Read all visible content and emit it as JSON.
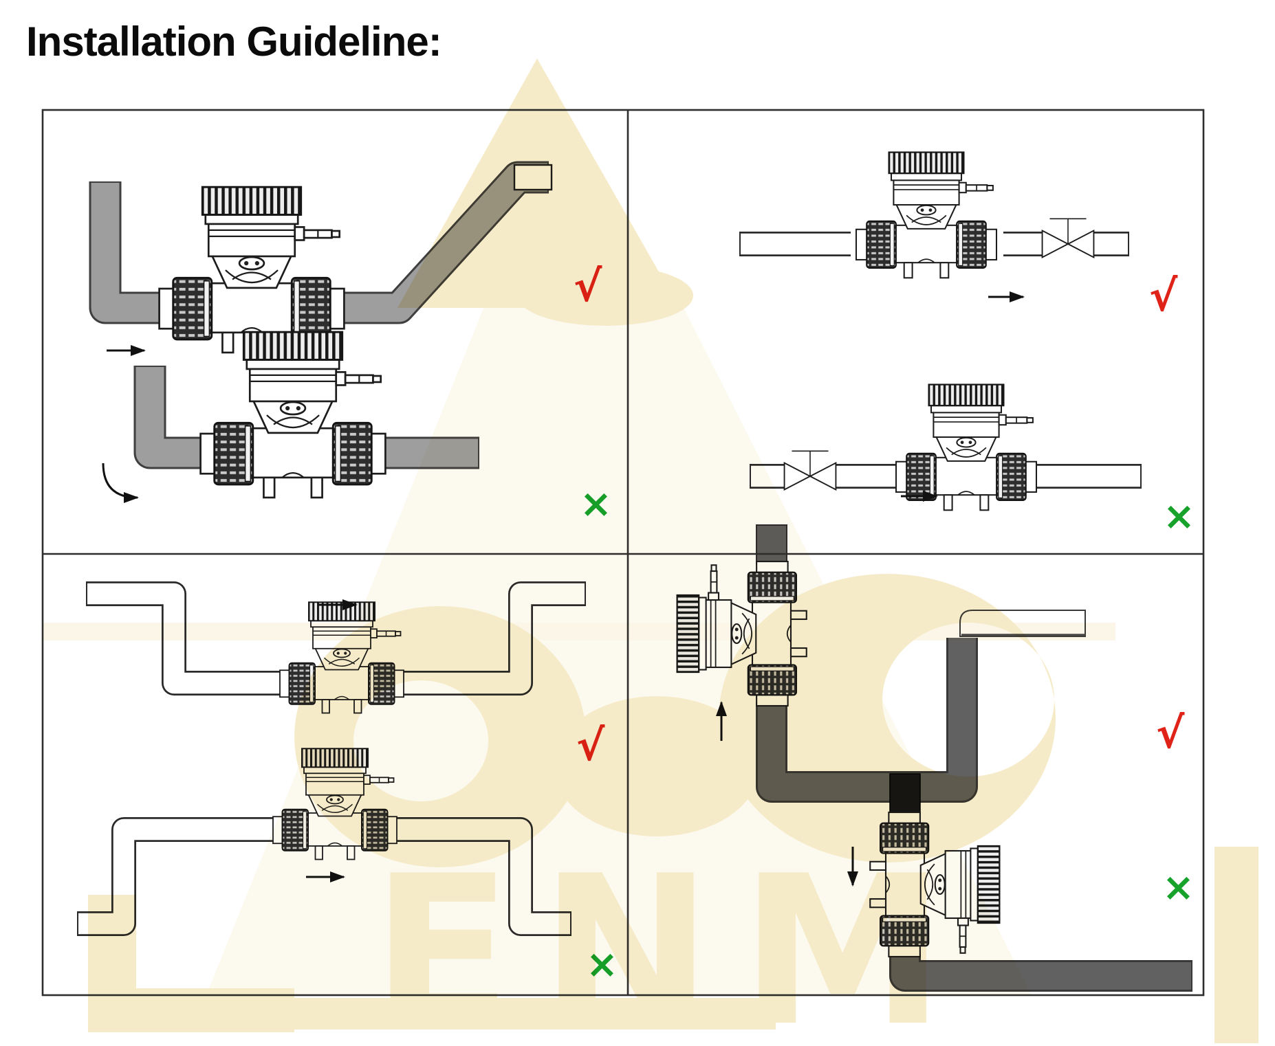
{
  "title": "Installation Guideline:",
  "marks": {
    "correct": {
      "glyph": "√",
      "color": "#e02318"
    },
    "incorrect": {
      "glyph": "×",
      "color": "#16a22b"
    }
  },
  "watermark": {
    "text": "ENM",
    "color": "#eed793"
  },
  "panels": [
    {
      "id": "top-left",
      "diagrams": [
        {
          "name": "meter-after-elbow-rising-outlet",
          "verdict": "correct"
        },
        {
          "name": "meter-directly-after-vertical-elbow",
          "verdict": "incorrect"
        }
      ]
    },
    {
      "id": "top-right",
      "diagrams": [
        {
          "name": "shutoff-valve-downstream-of-meter",
          "verdict": "correct"
        },
        {
          "name": "shutoff-valve-upstream-of-meter",
          "verdict": "incorrect"
        }
      ]
    },
    {
      "id": "bottom-left",
      "diagrams": [
        {
          "name": "meter-at-low-point-of-line",
          "verdict": "correct"
        },
        {
          "name": "meter-at-high-point-of-line",
          "verdict": "incorrect"
        }
      ]
    },
    {
      "id": "bottom-right",
      "diagrams": [
        {
          "name": "vertical-meter-upward-flow",
          "verdict": "correct"
        },
        {
          "name": "vertical-meter-downward-flow",
          "verdict": "incorrect"
        }
      ]
    }
  ]
}
